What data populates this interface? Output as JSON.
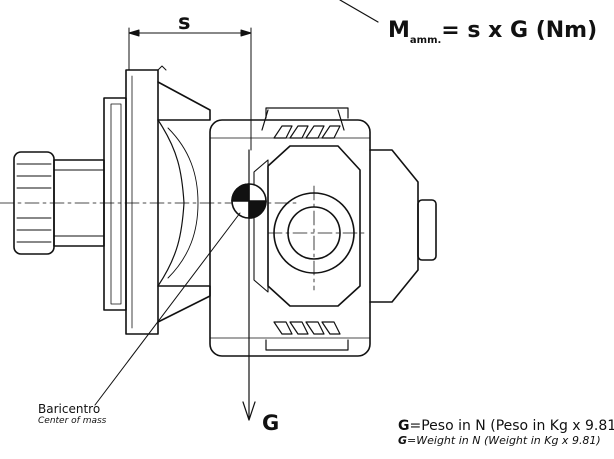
{
  "labels": {
    "s": "s",
    "formula_m": "M",
    "formula_sub": "amm.",
    "formula_rest": "= s x G (Nm)",
    "g_arrow": "G",
    "baricentro": "Baricentro",
    "center_of_mass": "Center of mass",
    "peso_g": "G",
    "peso_text": "=Peso in N (Peso in Kg x 9.81)",
    "weight_g": "G",
    "weight_text": "=Weight in N (Weight in Kg x 9.81)"
  },
  "colors": {
    "line": "#111111",
    "background": "#ffffff"
  }
}
